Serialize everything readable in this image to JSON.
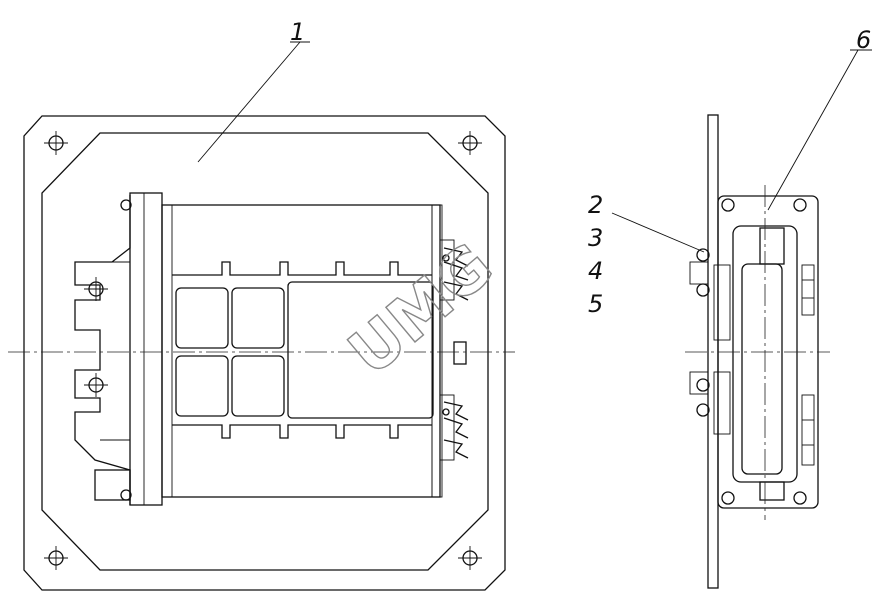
{
  "callouts": {
    "c1": "1",
    "c2": "2",
    "c3": "3",
    "c4": "4",
    "c5": "5",
    "c6": "6"
  },
  "watermark": "UMG",
  "colors": {
    "line": "#111111",
    "watermark": "#888888",
    "background": "#ffffff"
  }
}
